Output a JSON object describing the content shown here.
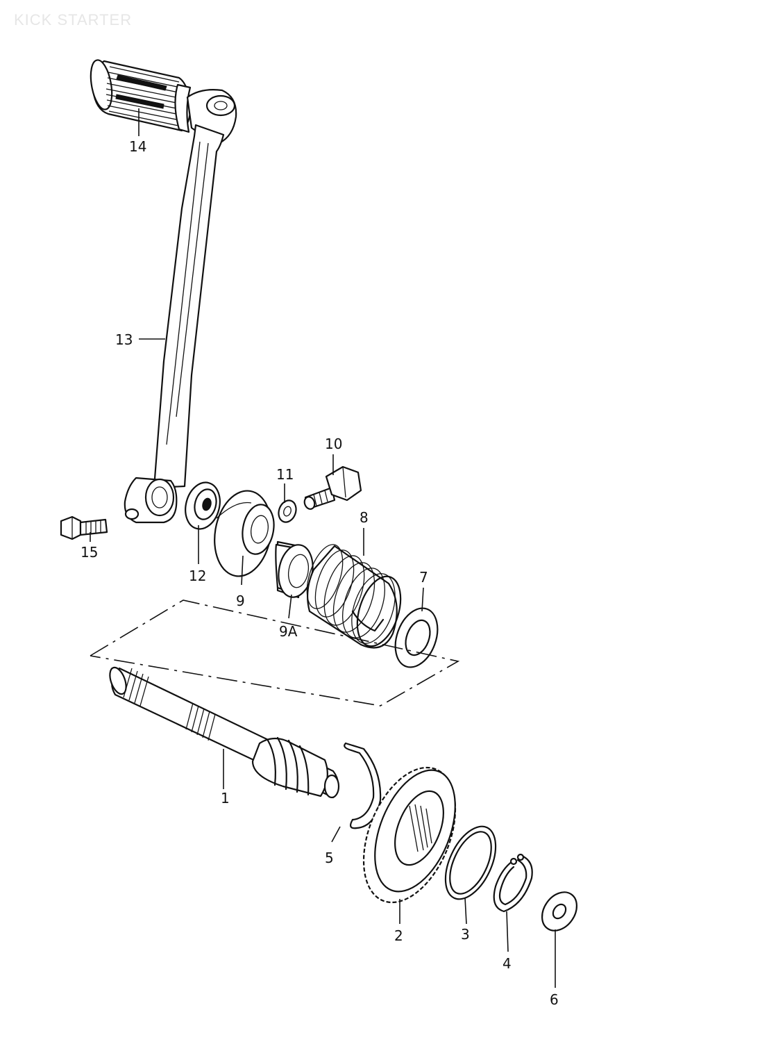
{
  "title": "KICK STARTER",
  "parts": {
    "p1": "1",
    "p2": "2",
    "p3": "3",
    "p4": "4",
    "p5": "5",
    "p6": "6",
    "p7": "7",
    "p8": "8",
    "p9": "9",
    "p9a": "9A",
    "p10": "10",
    "p11": "11",
    "p12": "12",
    "p13": "13",
    "p14": "14",
    "p15": "15"
  }
}
